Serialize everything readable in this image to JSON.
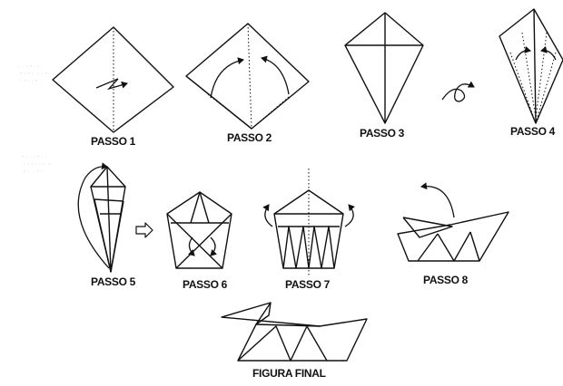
{
  "steps": [
    {
      "label": "PASSO 1"
    },
    {
      "label": "PASSO 2"
    },
    {
      "label": "PASSO 3"
    },
    {
      "label": "PASSO 4"
    },
    {
      "label": "PASSO 5"
    },
    {
      "label": "PASSO 6"
    },
    {
      "label": "PASSO 7"
    },
    {
      "label": "PASSO 8"
    }
  ],
  "final_label": "FIGURA FINAL"
}
